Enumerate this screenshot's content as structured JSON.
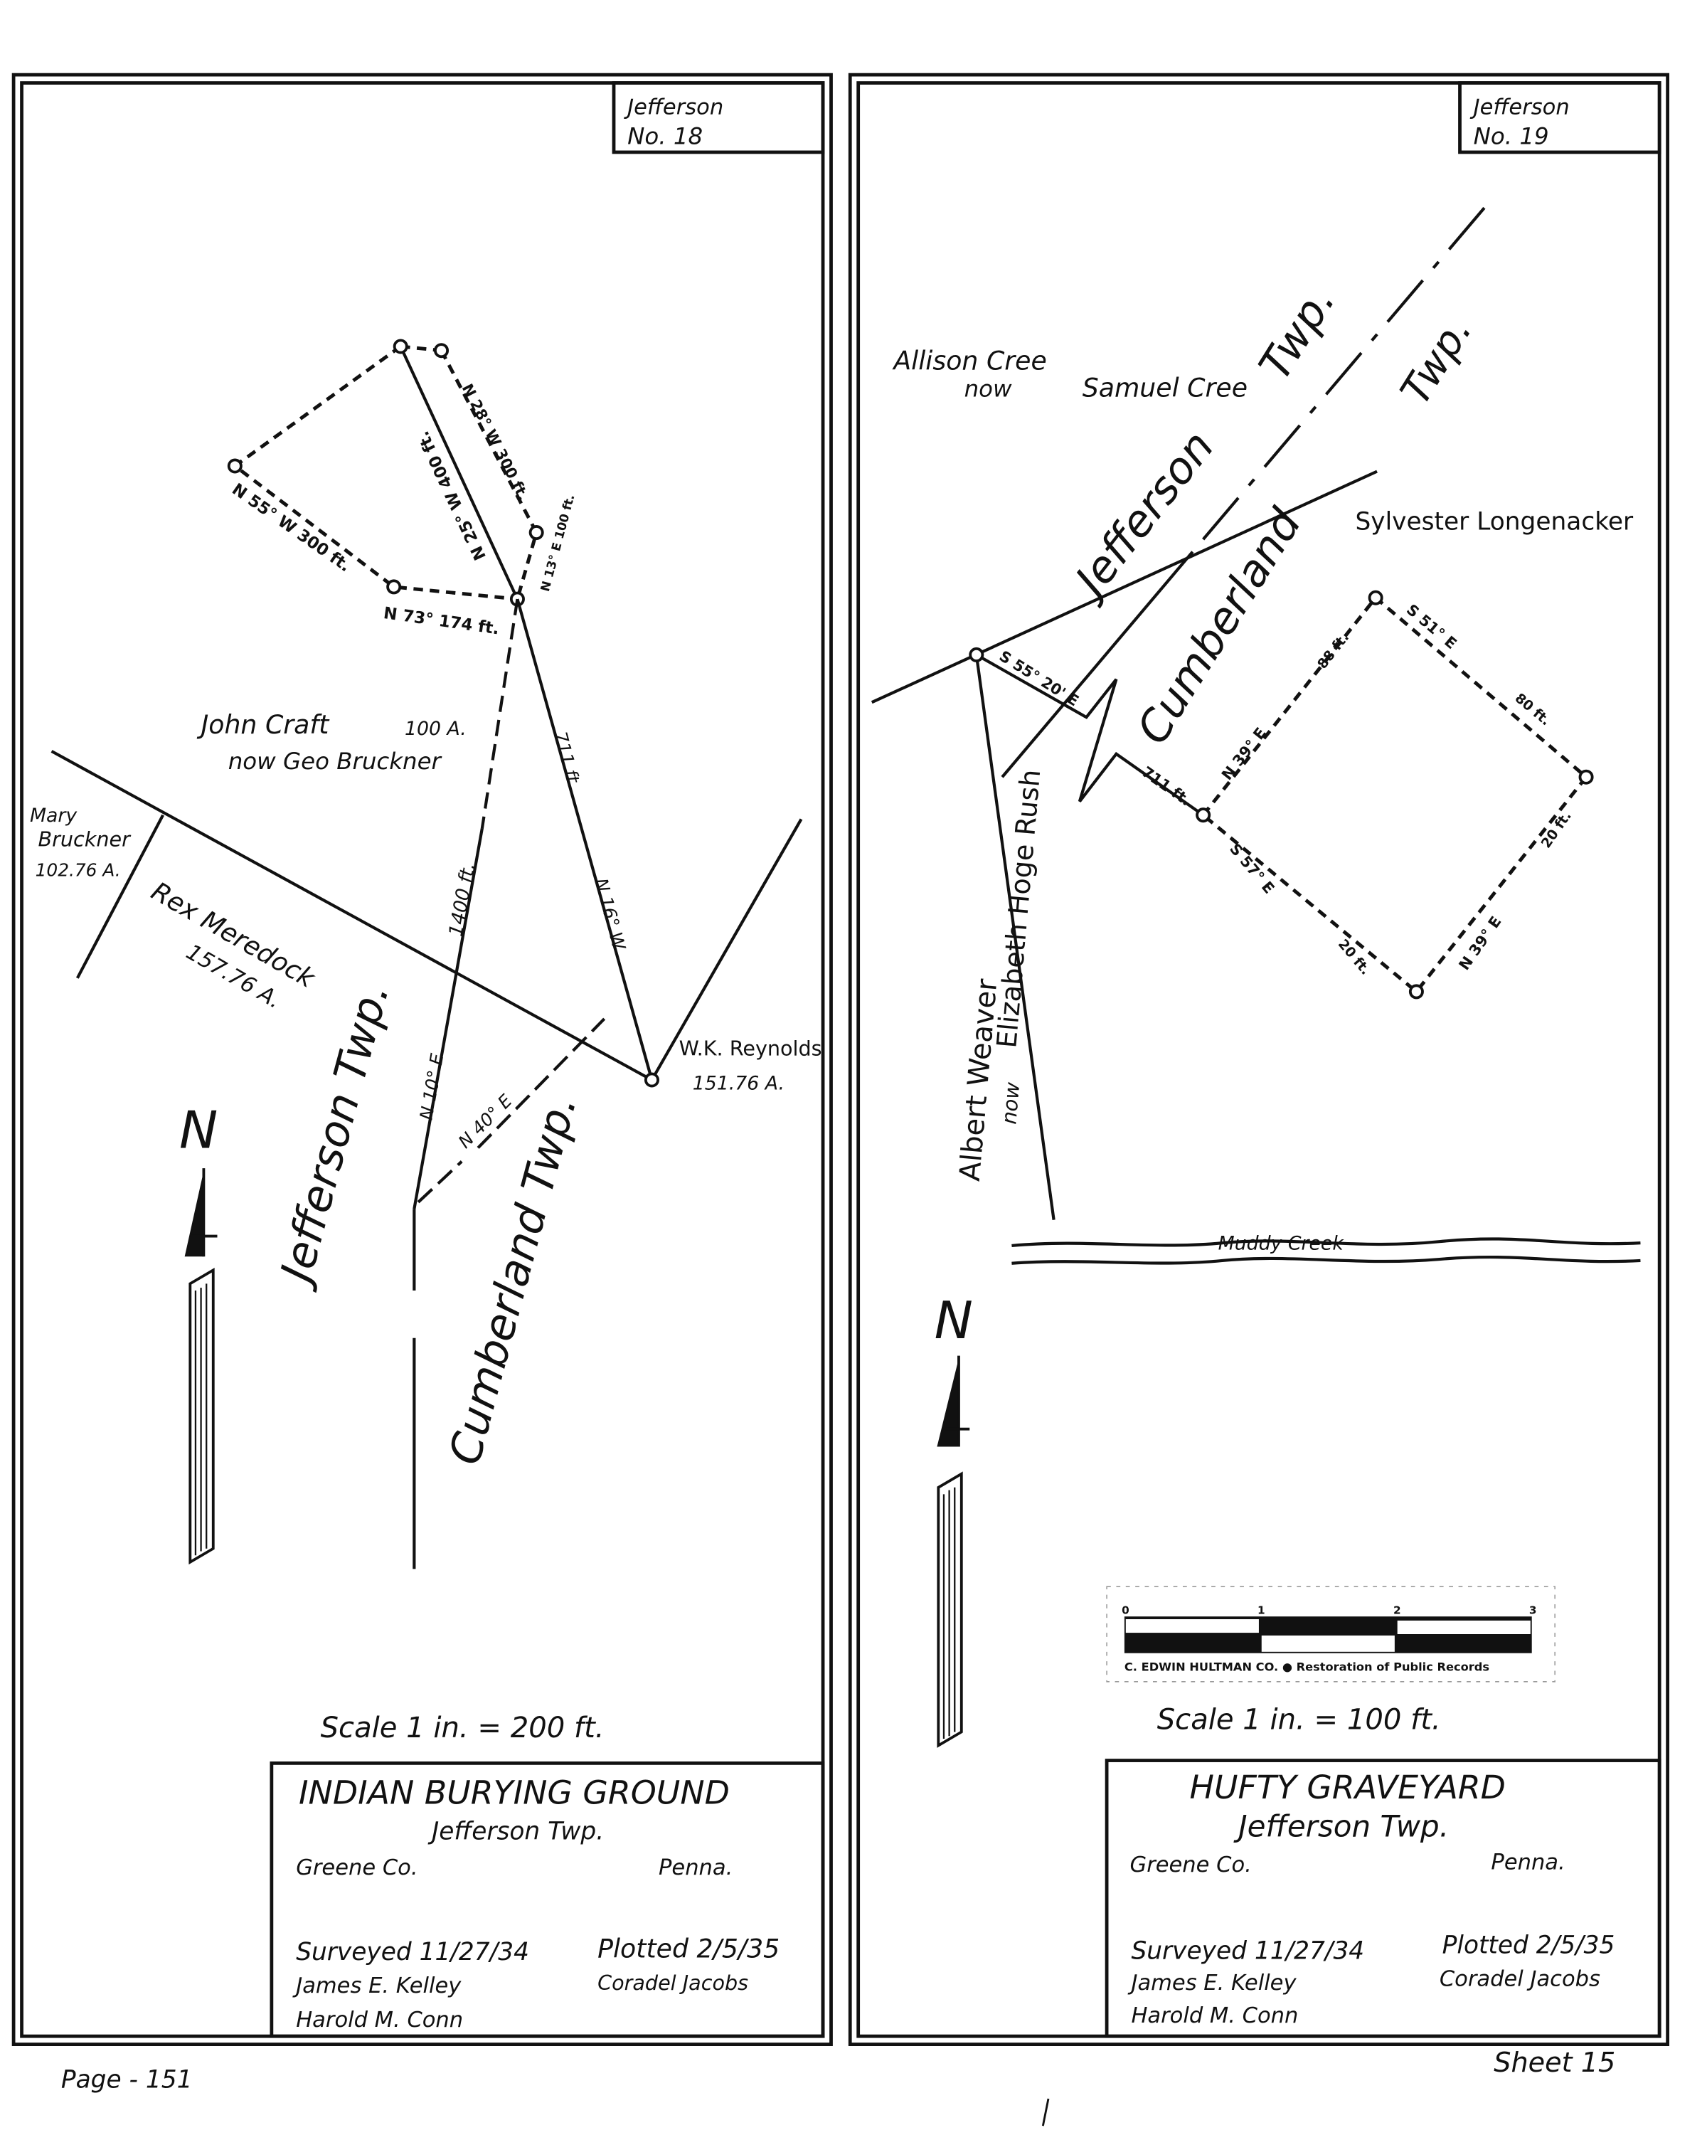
{
  "left_sheet": {
    "label": {
      "line1": "Jefferson",
      "line2": "No. 18"
    },
    "courses": {
      "c1": "N 55° W 300 ft.",
      "c2": "N 73° 174 ft.",
      "c3": "N 25° W 400 ft.",
      "c4": "N 28° W 300 ft.",
      "c5": "N 13° E 100 ft.",
      "c6": "711 ft.",
      "c7": "N 16° W",
      "c8": "1400 ft.",
      "c9": "N 10° E",
      "c10": "N 40° E"
    },
    "owners": {
      "craft1": "John Craft",
      "craft_acres": "100 A.",
      "craft2": "now Geo Bruckner",
      "mary1": "Mary",
      "mary2": "Bruckner",
      "mary3": "102.76 A.",
      "rex1": "Rex Meredock",
      "rex2": "157.76 A.",
      "reyn1": "W.K. Reynolds",
      "reyn2": "151.76 A."
    },
    "twp_jefferson": "Jefferson Twp.",
    "twp_cumberland": "Cumberland Twp.",
    "north": "N",
    "scale": "Scale  1 in. = 200 ft.",
    "title": {
      "name": "INDIAN BURYING GROUND",
      "township": "Jefferson Twp.",
      "county": "Greene Co.",
      "state": "Penna.",
      "surveyed": "Surveyed 11/27/34",
      "surveyor1": "James E. Kelley",
      "surveyor2": "Harold M. Conn",
      "plotted": "Plotted 2/5/35",
      "plotter": "Coradel Jacobs"
    }
  },
  "right_sheet": {
    "label": {
      "line1": "Jefferson",
      "line2": "No. 19"
    },
    "owners": {
      "allison1": "Allison Cree",
      "allison2": "now",
      "allison3": "Samuel Cree",
      "sylvester": "Sylvester Longenacker",
      "weaver1": "Albert Weaver",
      "weaver2": "now",
      "weaver3": "Elizabeth Hoge Rush"
    },
    "twp_jefferson": "Jefferson",
    "twp_word1": "Twp.",
    "twp_word2": "Twp.",
    "twp_cumberland": "Cumberland",
    "courses": {
      "c1": "S 55° 20' E",
      "c2": "711 ft.",
      "c3": "N 39° E",
      "c4": "88 ft.",
      "c5": "S 51° E",
      "c6": "80 ft.",
      "c7": "20 ft.",
      "c8": "N 39° E",
      "c9": "S 57° E",
      "c10": "20 ft."
    },
    "creek": "Muddy Creek",
    "north": "N",
    "scale_bar": {
      "ticks": [
        "0",
        "1",
        "2",
        "3"
      ],
      "credit": "C. EDWIN HULTMAN CO.  ●  Restoration of Public Records"
    },
    "scale": "Scale  1 in. = 100 ft.",
    "title": {
      "name": "HUFTY GRAVEYARD",
      "township": "Jefferson Twp.",
      "county": "Greene Co.",
      "state": "Penna.",
      "surveyed": "Surveyed 11/27/34",
      "surveyor1": "James E. Kelley",
      "surveyor2": "Harold M. Conn",
      "plotted": "Plotted 2/5/35",
      "plotter": "Coradel Jacobs"
    }
  },
  "footer": {
    "page": "Page - 151",
    "sheet": "Sheet 15"
  }
}
